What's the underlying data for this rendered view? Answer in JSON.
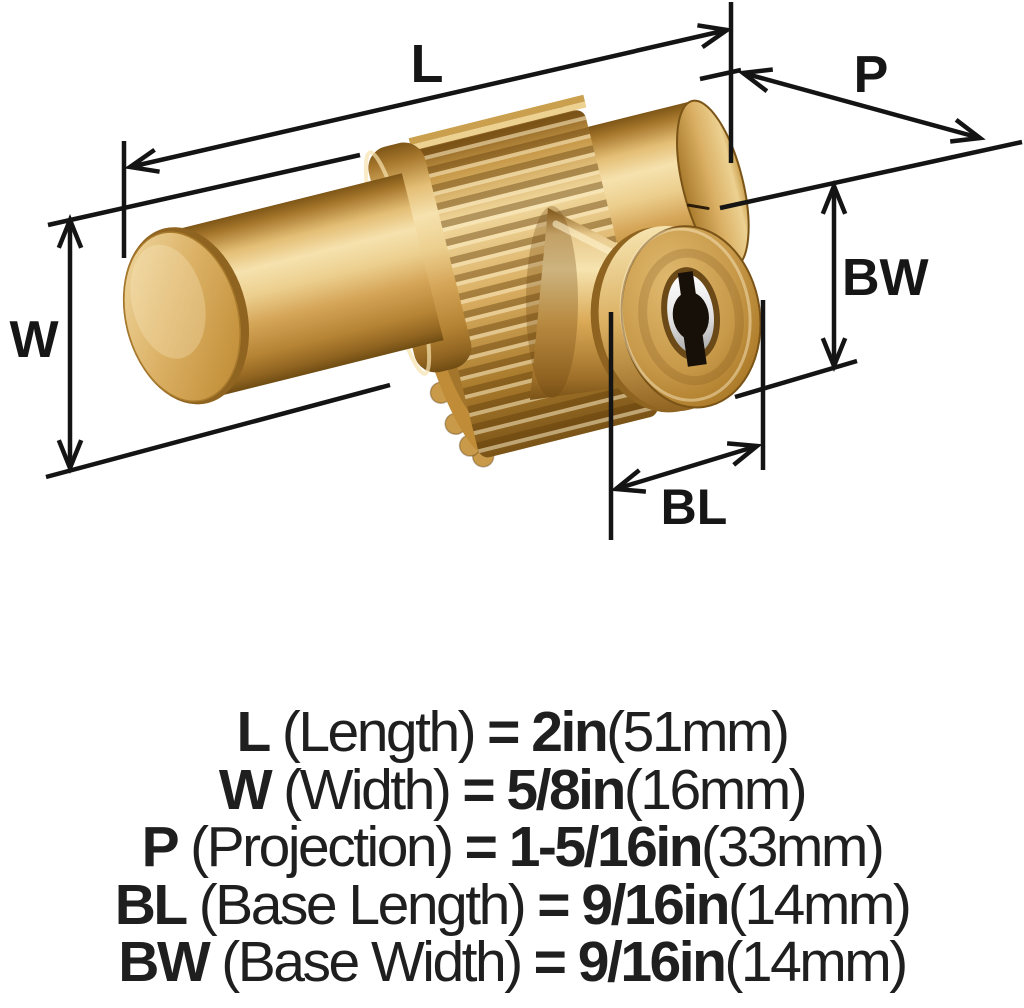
{
  "figure": {
    "type": "product-dimension-diagram",
    "labels": {
      "length": "L",
      "projection": "P",
      "width": "W",
      "base_width": "BW",
      "base_length": "BL"
    }
  },
  "specs": [
    {
      "code": "L",
      "descriptor": "(Length)",
      "value": "= 2in",
      "metric": "(51mm)"
    },
    {
      "code": "W",
      "descriptor": "(Width)",
      "value": "= 5/8in",
      "metric": "(16mm)"
    },
    {
      "code": "P",
      "descriptor": "(Projection)",
      "value": "= 1-5/16in",
      "metric": "(33mm)"
    },
    {
      "code": "BL",
      "descriptor": "(Base Length)",
      "value": "= 9/16in",
      "metric": "(14mm)"
    },
    {
      "code": "BW",
      "descriptor": "(Base Width)",
      "value": "= 9/16in",
      "metric": "(14mm)"
    }
  ],
  "colors": {
    "background": "#ffffff",
    "line": "#141414",
    "text": "#1f1f1f",
    "brass_highlight": "#f6e3ae",
    "brass_light": "#e3bd74",
    "brass_mid": "#d2a152",
    "brass_dark": "#8f6320",
    "brass_shadow": "#6f4c13",
    "silver": "#dcdcdc",
    "keyway_black": "#171009"
  }
}
